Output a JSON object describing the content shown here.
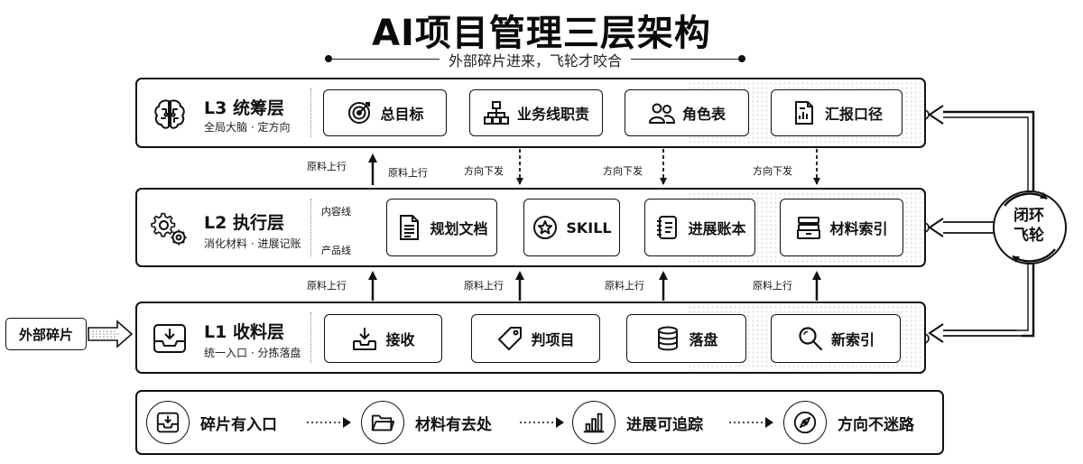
{
  "title": "AI项目管理三层架构",
  "subtitle": "外部碎片进来，飞轮才咬合",
  "layers": {
    "l3": {
      "title": "L3 统筹层",
      "desc": "全局大脑 · 定方向",
      "icon": "brain-icon",
      "items": [
        {
          "label": "总目标",
          "icon": "target-icon"
        },
        {
          "label": "业务线职责",
          "icon": "org-chart-icon"
        },
        {
          "label": "角色表",
          "icon": "users-icon"
        },
        {
          "label": "汇报口径",
          "icon": "report-icon"
        }
      ]
    },
    "l2": {
      "title": "L2 执行层",
      "desc": "消化材料 · 进展记账",
      "icon": "gears-icon",
      "line_content": "内容线",
      "line_product": "产品线",
      "items": [
        {
          "label": "规划文档",
          "icon": "document-icon"
        },
        {
          "label": "SKILL",
          "icon": "star-badge-icon"
        },
        {
          "label": "进展账本",
          "icon": "notebook-icon"
        },
        {
          "label": "材料索引",
          "icon": "archive-icon"
        }
      ]
    },
    "l1": {
      "title": "L1 收料层",
      "desc": "统一入口 · 分拣落盘",
      "icon": "inbox-icon",
      "items": [
        {
          "label": "接收",
          "icon": "download-tray-icon"
        },
        {
          "label": "判项目",
          "icon": "tag-icon"
        },
        {
          "label": "落盘",
          "icon": "database-icon"
        },
        {
          "label": "新索引",
          "icon": "magnifier-icon"
        }
      ]
    }
  },
  "flow_labels": {
    "raw_up": "原料上行",
    "direction_down": "方向下发"
  },
  "external": "外部碎片",
  "loop": {
    "line1": "闭环",
    "line2": "飞轮"
  },
  "bottom": [
    {
      "label": "碎片有入口",
      "icon": "inbox-icon"
    },
    {
      "label": "材料有去处",
      "icon": "folder-icon"
    },
    {
      "label": "进展可追踪",
      "icon": "bar-chart-icon"
    },
    {
      "label": "方向不迷路",
      "icon": "compass-icon"
    }
  ],
  "colors": {
    "ink": "#111111",
    "background": "#ffffff",
    "dots": "#c9c9c9"
  }
}
